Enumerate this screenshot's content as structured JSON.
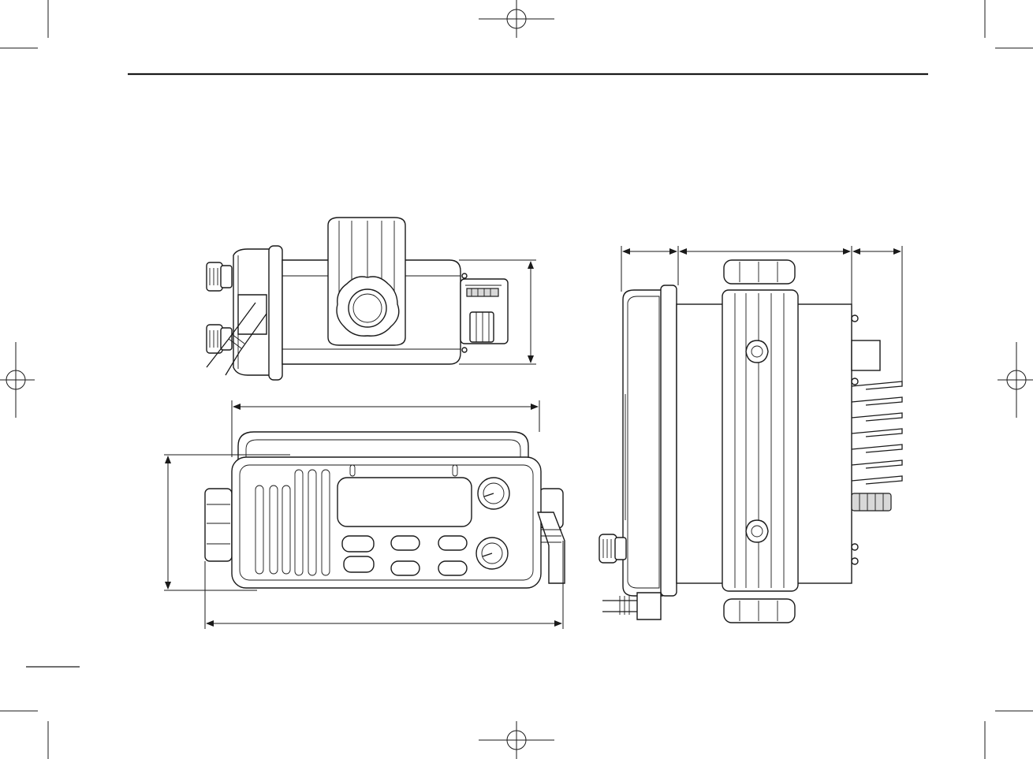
{
  "page": {
    "background": "#ffffff",
    "ink": "#1a1a1a"
  },
  "figures": [
    {
      "view": "top",
      "icon": "radio-top-view-drawing"
    },
    {
      "view": "front",
      "icon": "radio-front-view-drawing"
    },
    {
      "view": "side",
      "icon": "radio-side-view-drawing"
    }
  ]
}
